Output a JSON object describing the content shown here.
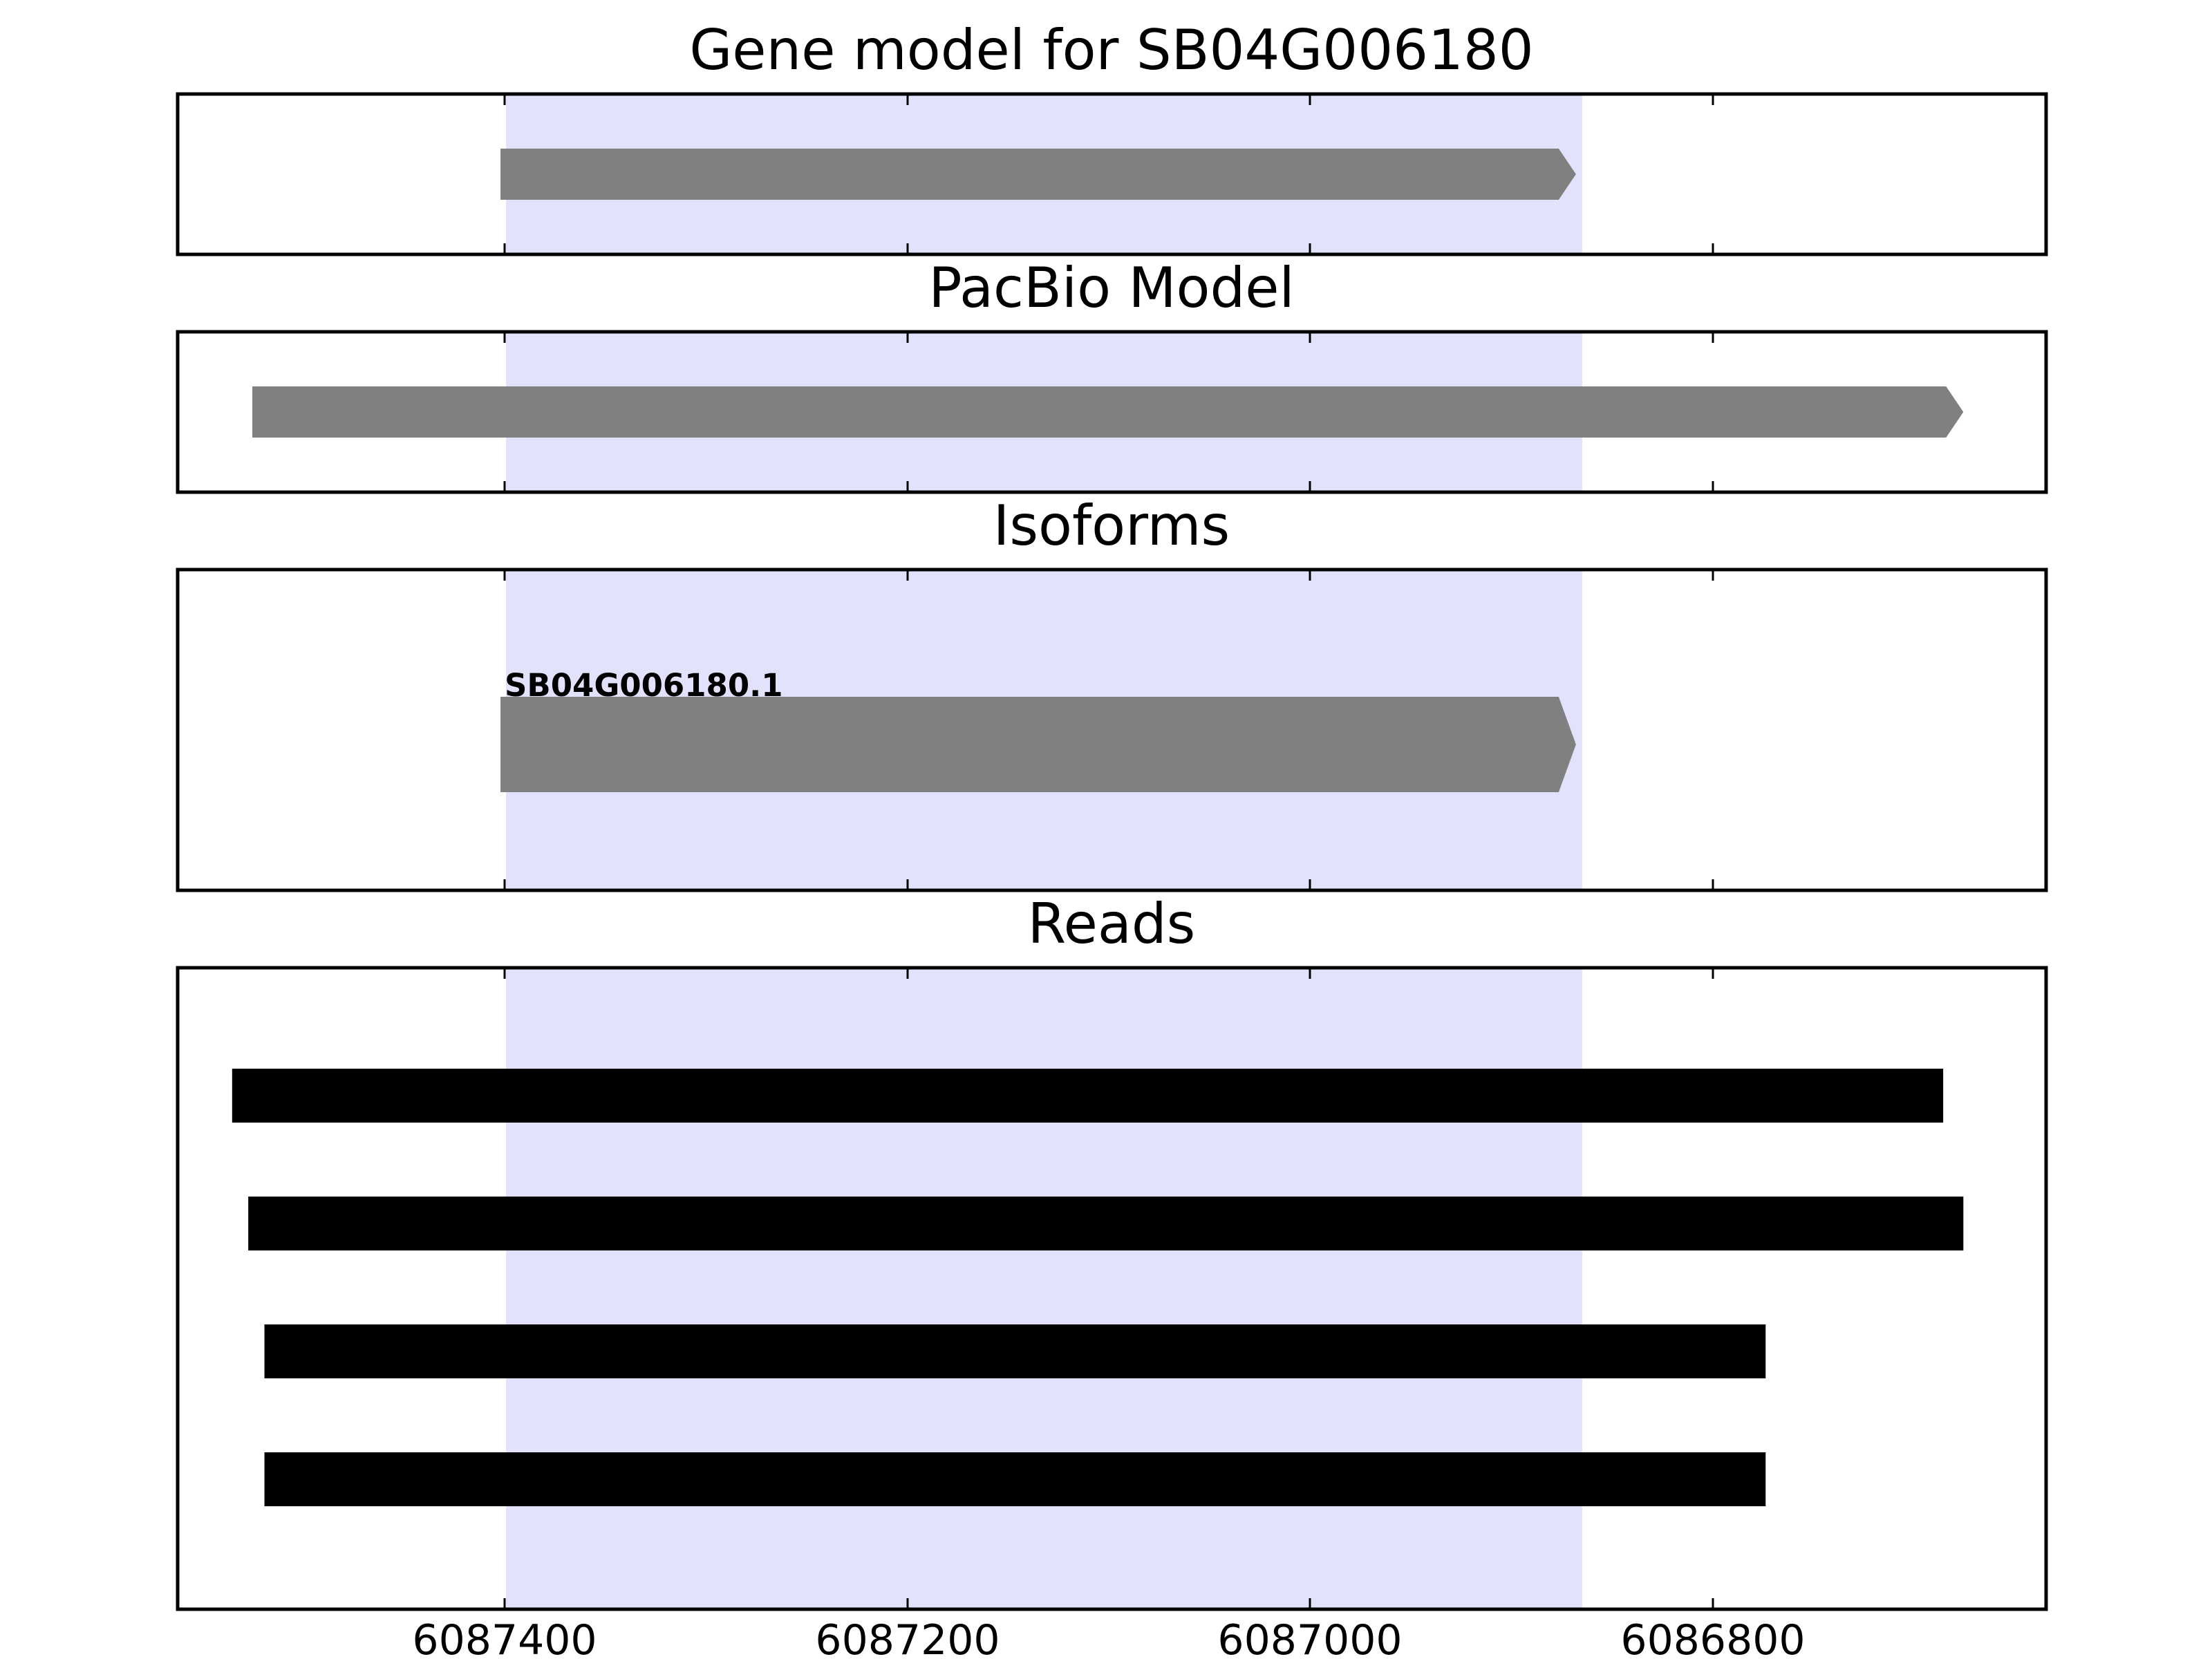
{
  "chart_data": {
    "type": "gene_track",
    "x_axis_reversed": true,
    "xlim": [
      6087560,
      6086634
    ],
    "x_ticks": [
      6087400,
      6087200,
      6087000,
      6086800
    ],
    "x_tick_labels": [
      "6087400",
      "6087200",
      "6087000",
      "6086800"
    ],
    "highlight_region": {
      "start": 6087400,
      "end": 6086867,
      "color": "#e2e2fc"
    },
    "panels": [
      {
        "id": "gene-model",
        "title": "Gene model for SB04G006180",
        "features": [
          {
            "start": 6087400,
            "end": 6086867,
            "color": "#808080",
            "arrow": true
          }
        ]
      },
      {
        "id": "pacbio-model",
        "title": "PacBio Model",
        "features": [
          {
            "start": 6087523,
            "end": 6086675,
            "color": "#808080",
            "arrow": true
          }
        ]
      },
      {
        "id": "isoforms",
        "title": "Isoforms",
        "features": [
          {
            "start": 6087400,
            "end": 6086867,
            "color": "#808080",
            "arrow": true,
            "label": "SB04G006180.1"
          }
        ]
      },
      {
        "id": "reads",
        "title": "Reads",
        "features": [
          {
            "start": 6087533,
            "end": 6086685,
            "color": "#000000",
            "arrow": false
          },
          {
            "start": 6087525,
            "end": 6086675,
            "color": "#000000",
            "arrow": false
          },
          {
            "start": 6087517,
            "end": 6086773,
            "color": "#000000",
            "arrow": false
          },
          {
            "start": 6087517,
            "end": 6086773,
            "color": "#000000",
            "arrow": false
          }
        ]
      }
    ]
  }
}
